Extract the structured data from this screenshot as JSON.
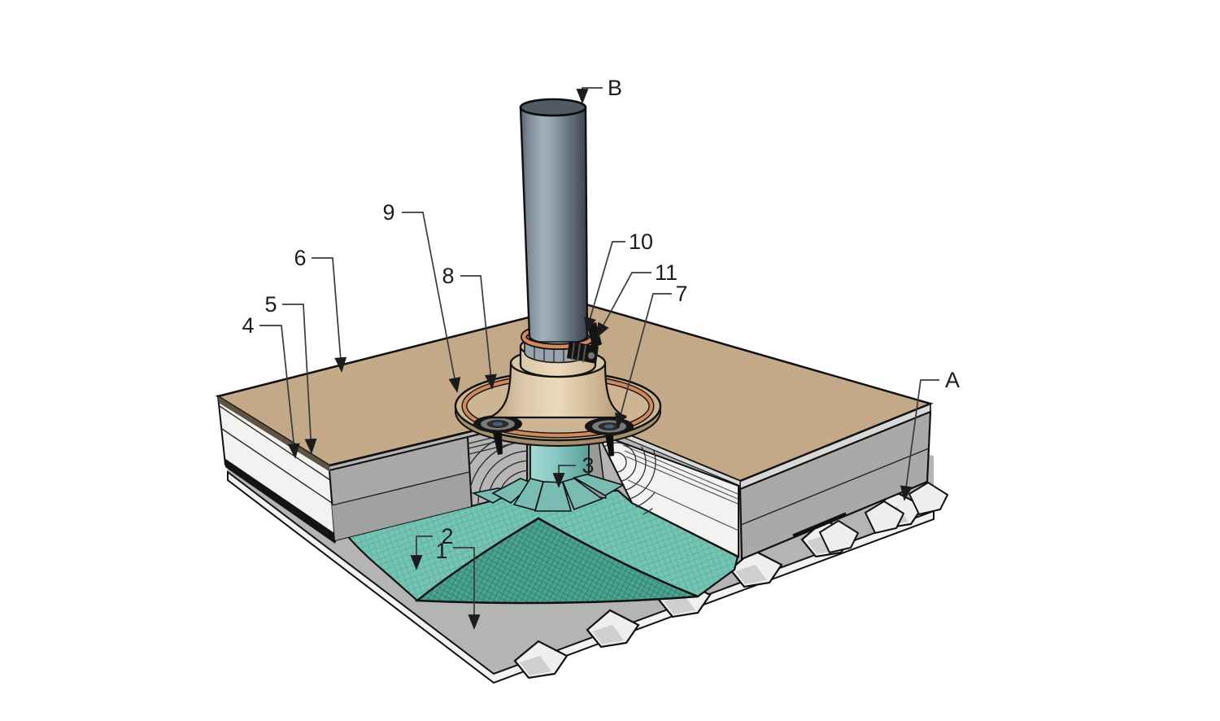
{
  "figure": {
    "kind": "technical cutaway illustration",
    "subject": "roof pipe penetration flashing assembly",
    "background": "#ffffff"
  },
  "labels": [
    {
      "id": "1",
      "text": "1"
    },
    {
      "id": "2",
      "text": "2"
    },
    {
      "id": "3",
      "text": "3"
    },
    {
      "id": "4",
      "text": "4"
    },
    {
      "id": "5",
      "text": "5"
    },
    {
      "id": "6",
      "text": "6"
    },
    {
      "id": "7",
      "text": "7"
    },
    {
      "id": "8",
      "text": "8"
    },
    {
      "id": "9",
      "text": "9"
    },
    {
      "id": "10",
      "text": "10"
    },
    {
      "id": "11",
      "text": "11"
    },
    {
      "id": "A",
      "text": "A"
    },
    {
      "id": "B",
      "text": "B"
    }
  ],
  "colors": {
    "roof_top": "#c3a988",
    "membrane_teal": "#74c4b4",
    "membrane_underside": "#4ba290",
    "flashing_tan": "#d6c3a3",
    "pipe_gray": "#76838f",
    "seal_orange": "#d4895c",
    "deck_gray": "#b4b4b2",
    "insulation_white": "#f2f2f0",
    "cut_face_gray": "#a9a9a7",
    "outline": "#111111"
  }
}
